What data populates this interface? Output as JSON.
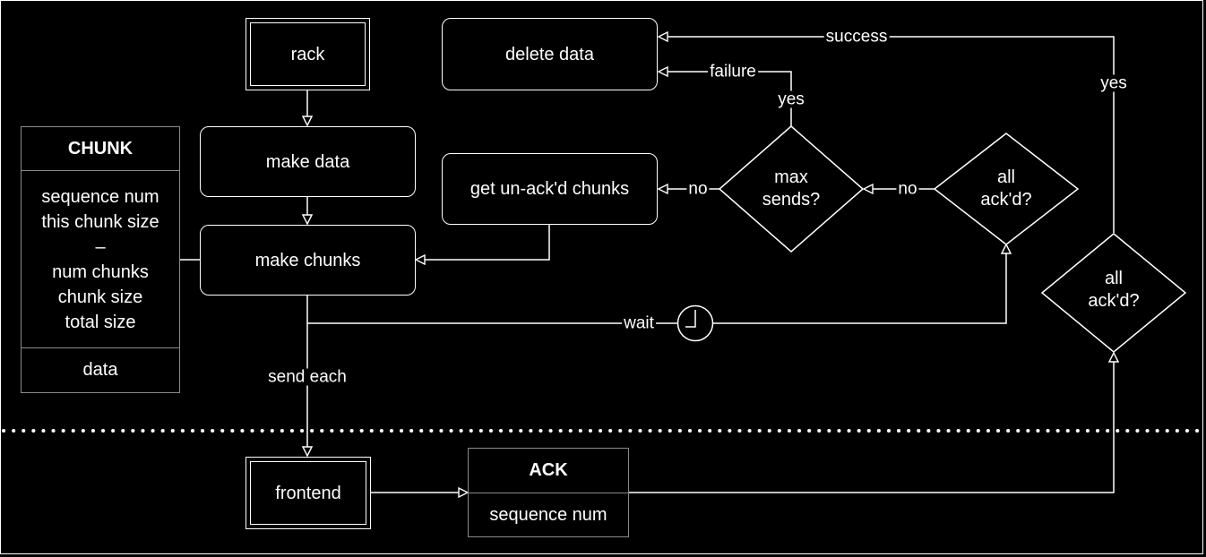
{
  "nodes": {
    "rack": "rack",
    "make_data": "make data",
    "make_chunks": "make chunks",
    "delete_data": "delete data",
    "get_unacked": "get un-ack'd chunks",
    "frontend": "frontend",
    "max_sends": [
      "max",
      "sends?"
    ],
    "all_acked_top": [
      "all",
      "ack'd?"
    ],
    "all_acked_right": [
      "all",
      "ack'd?"
    ]
  },
  "chunk_table": {
    "title": "CHUNK",
    "fields_a": [
      "sequence num",
      "this chunk size",
      "–",
      "num chunks",
      "chunk size",
      "total size"
    ],
    "fields_b": [
      "data"
    ]
  },
  "ack_table": {
    "title": "ACK",
    "fields": [
      "sequence num"
    ]
  },
  "edge_labels": {
    "success": "success",
    "failure": "failure",
    "yes_max": "yes",
    "yes_right": "yes",
    "no_max": "no",
    "no_all": "no",
    "wait": "wait",
    "send_each": "send each"
  },
  "icons": {
    "timer": "clock-icon"
  }
}
